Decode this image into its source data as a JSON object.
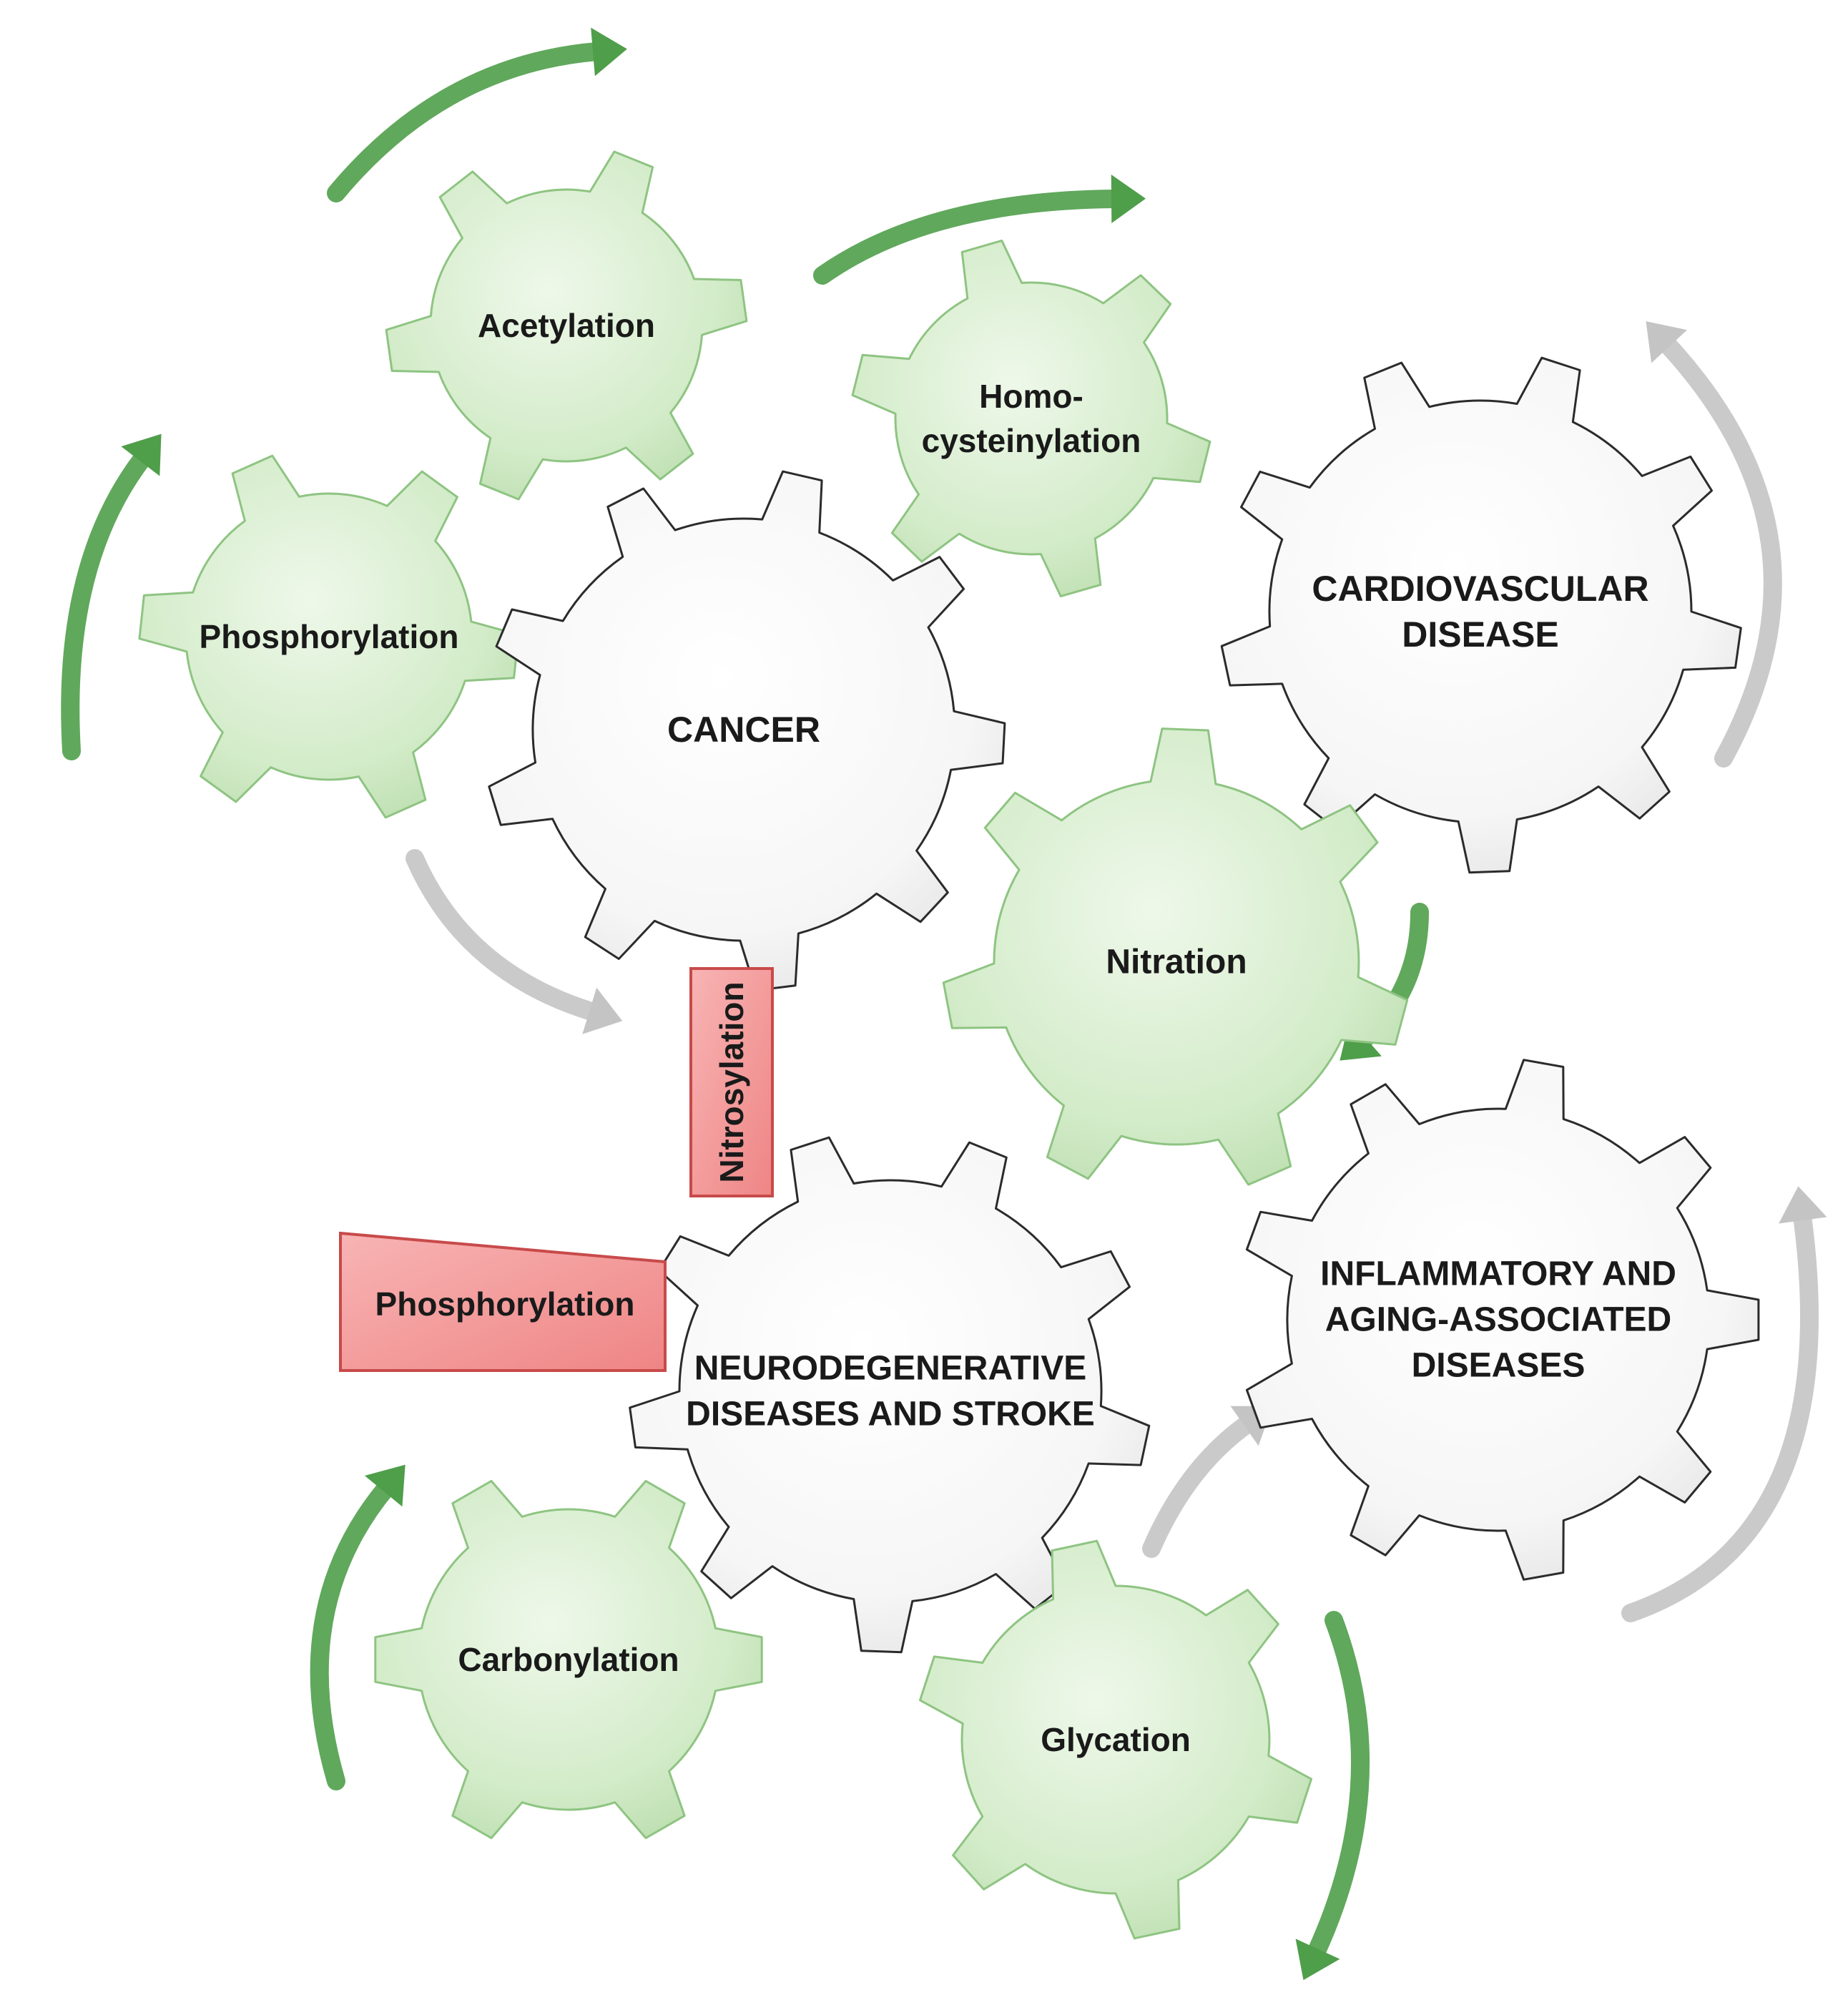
{
  "colors": {
    "green_gear_fill": "#d9efd2",
    "green_gear_edge": "#8ec482",
    "white_gear_fill": "#fafafa",
    "white_gear_edge": "#2b2b2b",
    "green_arrow": "#4f9e4a",
    "grey_arrow": "#c4c4c4",
    "red_box_fill": "#f59b9b",
    "red_box_edge": "#c84a4a"
  },
  "gears": {
    "acetylation": {
      "lines": [
        "Acetylation"
      ],
      "color": "green"
    },
    "homocysteinylation": {
      "lines": [
        "Homo-",
        "cysteinylation"
      ],
      "color": "green"
    },
    "phosphorylation_top": {
      "lines": [
        "Phosphorylation"
      ],
      "color": "green"
    },
    "cancer": {
      "lines": [
        "CANCER"
      ],
      "color": "white"
    },
    "cardiovascular": {
      "lines": [
        "CARDIOVASCULAR",
        "DISEASE"
      ],
      "color": "white"
    },
    "nitration": {
      "lines": [
        "Nitration"
      ],
      "color": "green"
    },
    "neurodegenerative": {
      "lines": [
        "NEURODEGENERATIVE",
        "DISEASES AND STROKE"
      ],
      "color": "white"
    },
    "inflammatory": {
      "lines": [
        "INFLAMMATORY AND",
        "AGING-ASSOCIATED",
        "DISEASES"
      ],
      "color": "white"
    },
    "carbonylation": {
      "lines": [
        "Carbonylation"
      ],
      "color": "green"
    },
    "glycation": {
      "lines": [
        "Glycation"
      ],
      "color": "green"
    }
  },
  "boxes": {
    "nitrosylation": "Nitrosylation",
    "phosphorylation_box": "Phosphorylation"
  },
  "arrows": [
    {
      "id": "arrow-acetylation",
      "color": "green",
      "icon": "curved-arrow"
    },
    {
      "id": "arrow-homocysteinylation",
      "color": "green",
      "icon": "curved-arrow"
    },
    {
      "id": "arrow-phosphorylation",
      "color": "green",
      "icon": "curved-arrow"
    },
    {
      "id": "arrow-cardiovascular",
      "color": "grey",
      "icon": "curved-arrow"
    },
    {
      "id": "arrow-cancer",
      "color": "grey",
      "icon": "curved-arrow"
    },
    {
      "id": "arrow-nitration",
      "color": "green",
      "icon": "curved-arrow"
    },
    {
      "id": "arrow-inflammatory",
      "color": "grey",
      "icon": "curved-arrow"
    },
    {
      "id": "arrow-glycation-up",
      "color": "grey",
      "icon": "curved-arrow"
    },
    {
      "id": "arrow-glycation-down",
      "color": "green",
      "icon": "curved-arrow"
    },
    {
      "id": "arrow-carbonylation",
      "color": "green",
      "icon": "curved-arrow"
    }
  ]
}
